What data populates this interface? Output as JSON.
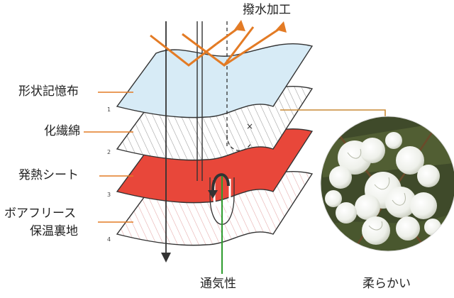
{
  "labels": {
    "water_repellent": "撥水加工",
    "layer1": "形状記憶布",
    "layer2": "化繊綿",
    "layer3": "発熱シート",
    "layer4_line1": "ボアフリース",
    "layer4_line2": "保温裏地",
    "breathability": "通気性",
    "softness": "柔らかい"
  },
  "layer_numbers": [
    "1",
    "2",
    "3",
    "4"
  ],
  "colors": {
    "layer1_fill": "#d7ebf6",
    "layer2_hatch": "#9a9a9a",
    "layer3_fill": "#e8473a",
    "layer4_hatch": "#e6a7a7",
    "outline": "#333333",
    "leader_orange": "#e37b25",
    "water_arrow": "#e37b25",
    "breath_green": "#2e9c2e",
    "cotton_leader": "#c98a36"
  }
}
